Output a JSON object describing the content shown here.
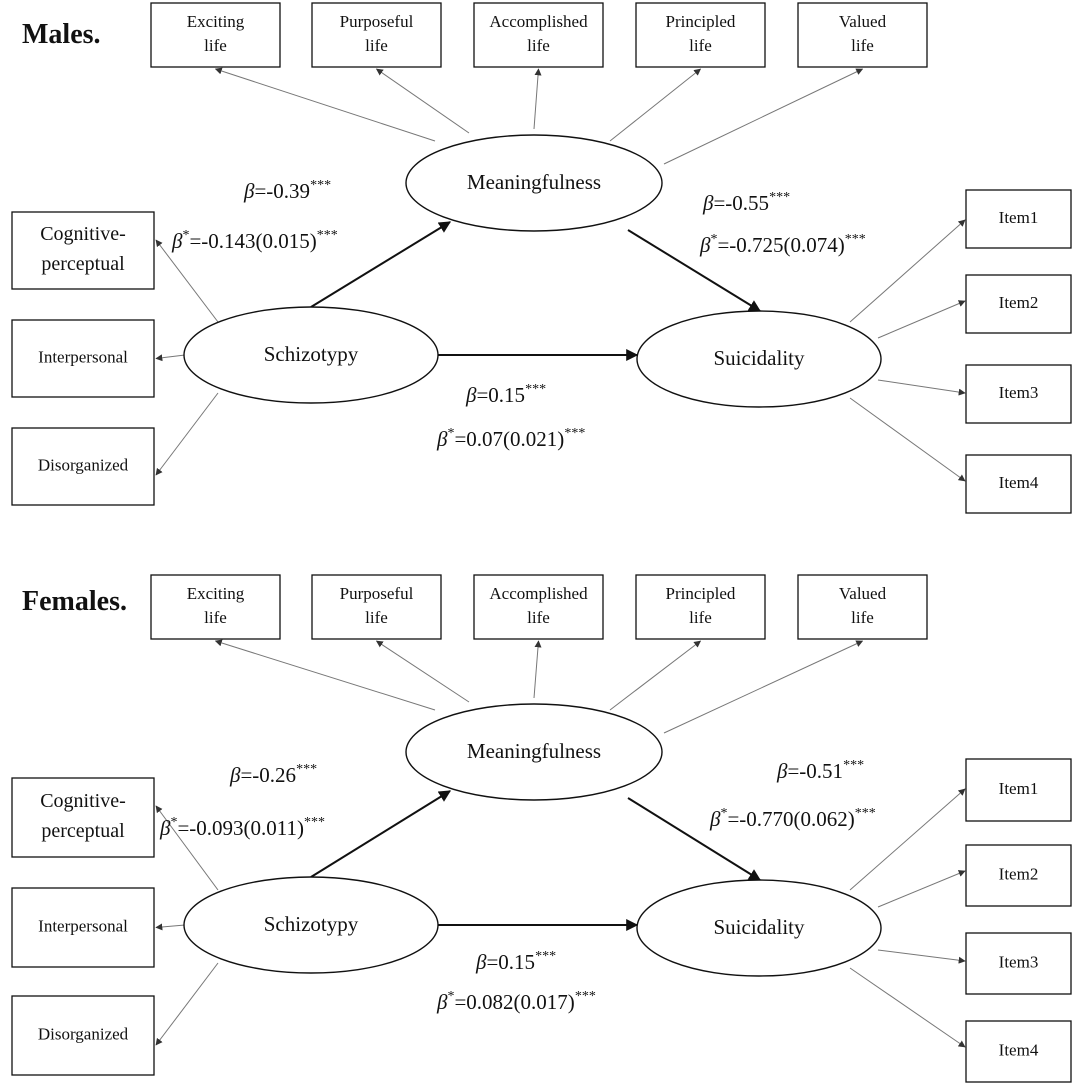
{
  "panels": [
    {
      "title": "Males.",
      "indicators_top": [
        [
          "Exciting",
          "life"
        ],
        [
          "Purposeful",
          "life"
        ],
        [
          "Accomplished",
          "life"
        ],
        [
          "Principled",
          "life"
        ],
        [
          "Valued",
          "life"
        ]
      ],
      "indicators_left": [
        [
          "Cognitive-",
          "perceptual"
        ],
        [
          "Interpersonal"
        ],
        [
          "Disorganized"
        ]
      ],
      "indicators_right": [
        "Item1",
        "Item2",
        "Item3",
        "Item4"
      ],
      "latents": {
        "meaning": "Meaningfulness",
        "schizo": "Schizotypy",
        "suicide": "Suicidality"
      },
      "paths": {
        "schizo_meaning": {
          "b": "=-0.39",
          "bstar": "=-0.143(0.015)",
          "sig": "***"
        },
        "meaning_suicide": {
          "b": "=-0.55",
          "bstar": "=-0.725(0.074)",
          "sig": "***"
        },
        "schizo_suicide": {
          "b": "=0.15",
          "bstar": "=0.07(0.021)",
          "sig": "***"
        }
      }
    },
    {
      "title": "Females.",
      "indicators_top": [
        [
          "Exciting",
          "life"
        ],
        [
          "Purposeful",
          "life"
        ],
        [
          "Accomplished",
          "life"
        ],
        [
          "Principled",
          "life"
        ],
        [
          "Valued",
          "life"
        ]
      ],
      "indicators_left": [
        [
          "Cognitive-",
          "perceptual"
        ],
        [
          "Interpersonal"
        ],
        [
          "Disorganized"
        ]
      ],
      "indicators_right": [
        "Item1",
        "Item2",
        "Item3",
        "Item4"
      ],
      "latents": {
        "meaning": "Meaningfulness",
        "schizo": "Schizotypy",
        "suicide": "Suicidality"
      },
      "paths": {
        "schizo_meaning": {
          "b": "=-0.26",
          "bstar": "=-0.093(0.011)",
          "sig": "***"
        },
        "meaning_suicide": {
          "b": "=-0.51",
          "bstar": "=-0.770(0.062)",
          "sig": "***"
        },
        "schizo_suicide": {
          "b": "=0.15",
          "bstar": "=0.082(0.017)",
          "sig": "***"
        }
      }
    }
  ],
  "symbols": {
    "beta": "β",
    "beta_star": "β",
    "star": "*"
  }
}
